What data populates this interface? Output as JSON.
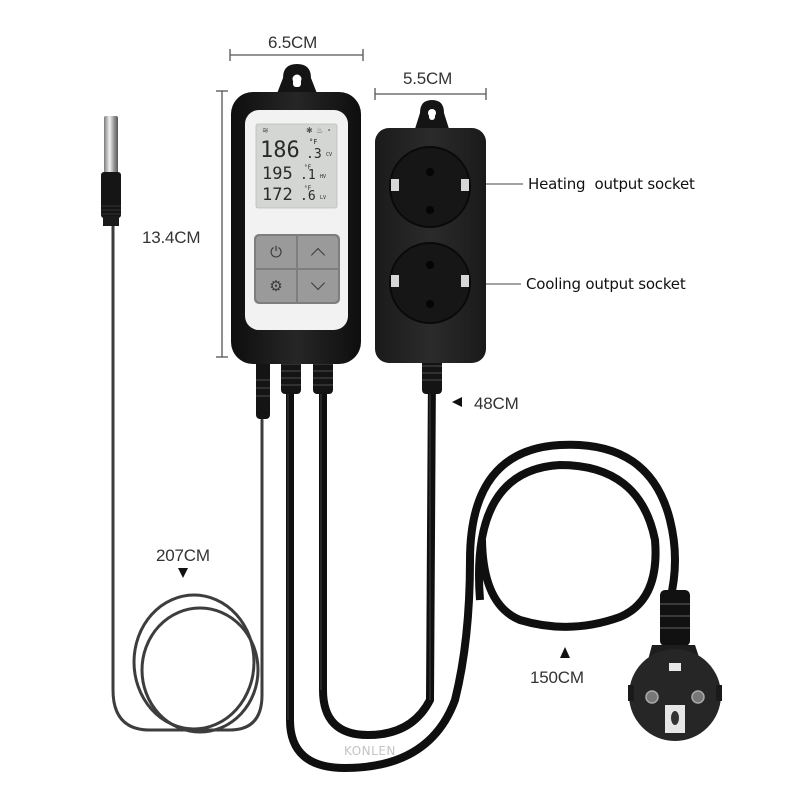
{
  "product": {
    "brand": "KONLEN",
    "type": "Dual-relay digital temperature controller with probe",
    "colors": {
      "body": "#1c1c1c",
      "cable": "#111111",
      "lcd_bg": "#d3d6d3",
      "faceplate": "#f2f2f2",
      "button": "#9a9a9a",
      "dimension_line": "#555555",
      "brand_text": "#c4c4c4"
    }
  },
  "dimensions": {
    "controller_width": "6.5CM",
    "controller_height": "13.4CM",
    "socket_box_width": "5.5CM",
    "socket_cable_length": "48CM",
    "probe_cable_length": "207CM",
    "power_cable_length": "150CM"
  },
  "callouts": {
    "heating_socket": "Heating  output socket",
    "cooling_socket": "Cooling output socket"
  },
  "lcd": {
    "status_icons": [
      "wifi-icon",
      "snowflake-icon",
      "flame-icon",
      "clock-icon"
    ],
    "rows": [
      {
        "value": "186",
        "decimal": ".3",
        "unit": "°F",
        "tag": "CV"
      },
      {
        "value": "195",
        "decimal": ".1",
        "unit": "°F",
        "tag": "HV"
      },
      {
        "value": "172",
        "decimal": ".6",
        "unit": "°F",
        "tag": "LV"
      }
    ]
  },
  "buttons": [
    {
      "name": "power-button",
      "icon": "power-icon",
      "glyph": "⏻"
    },
    {
      "name": "up-button",
      "icon": "chevron-up-icon",
      "glyph": "⌃"
    },
    {
      "name": "settings-button",
      "icon": "gear-icon",
      "glyph": "⚙"
    },
    {
      "name": "down-button",
      "icon": "chevron-down-icon",
      "glyph": "⌄"
    }
  ]
}
